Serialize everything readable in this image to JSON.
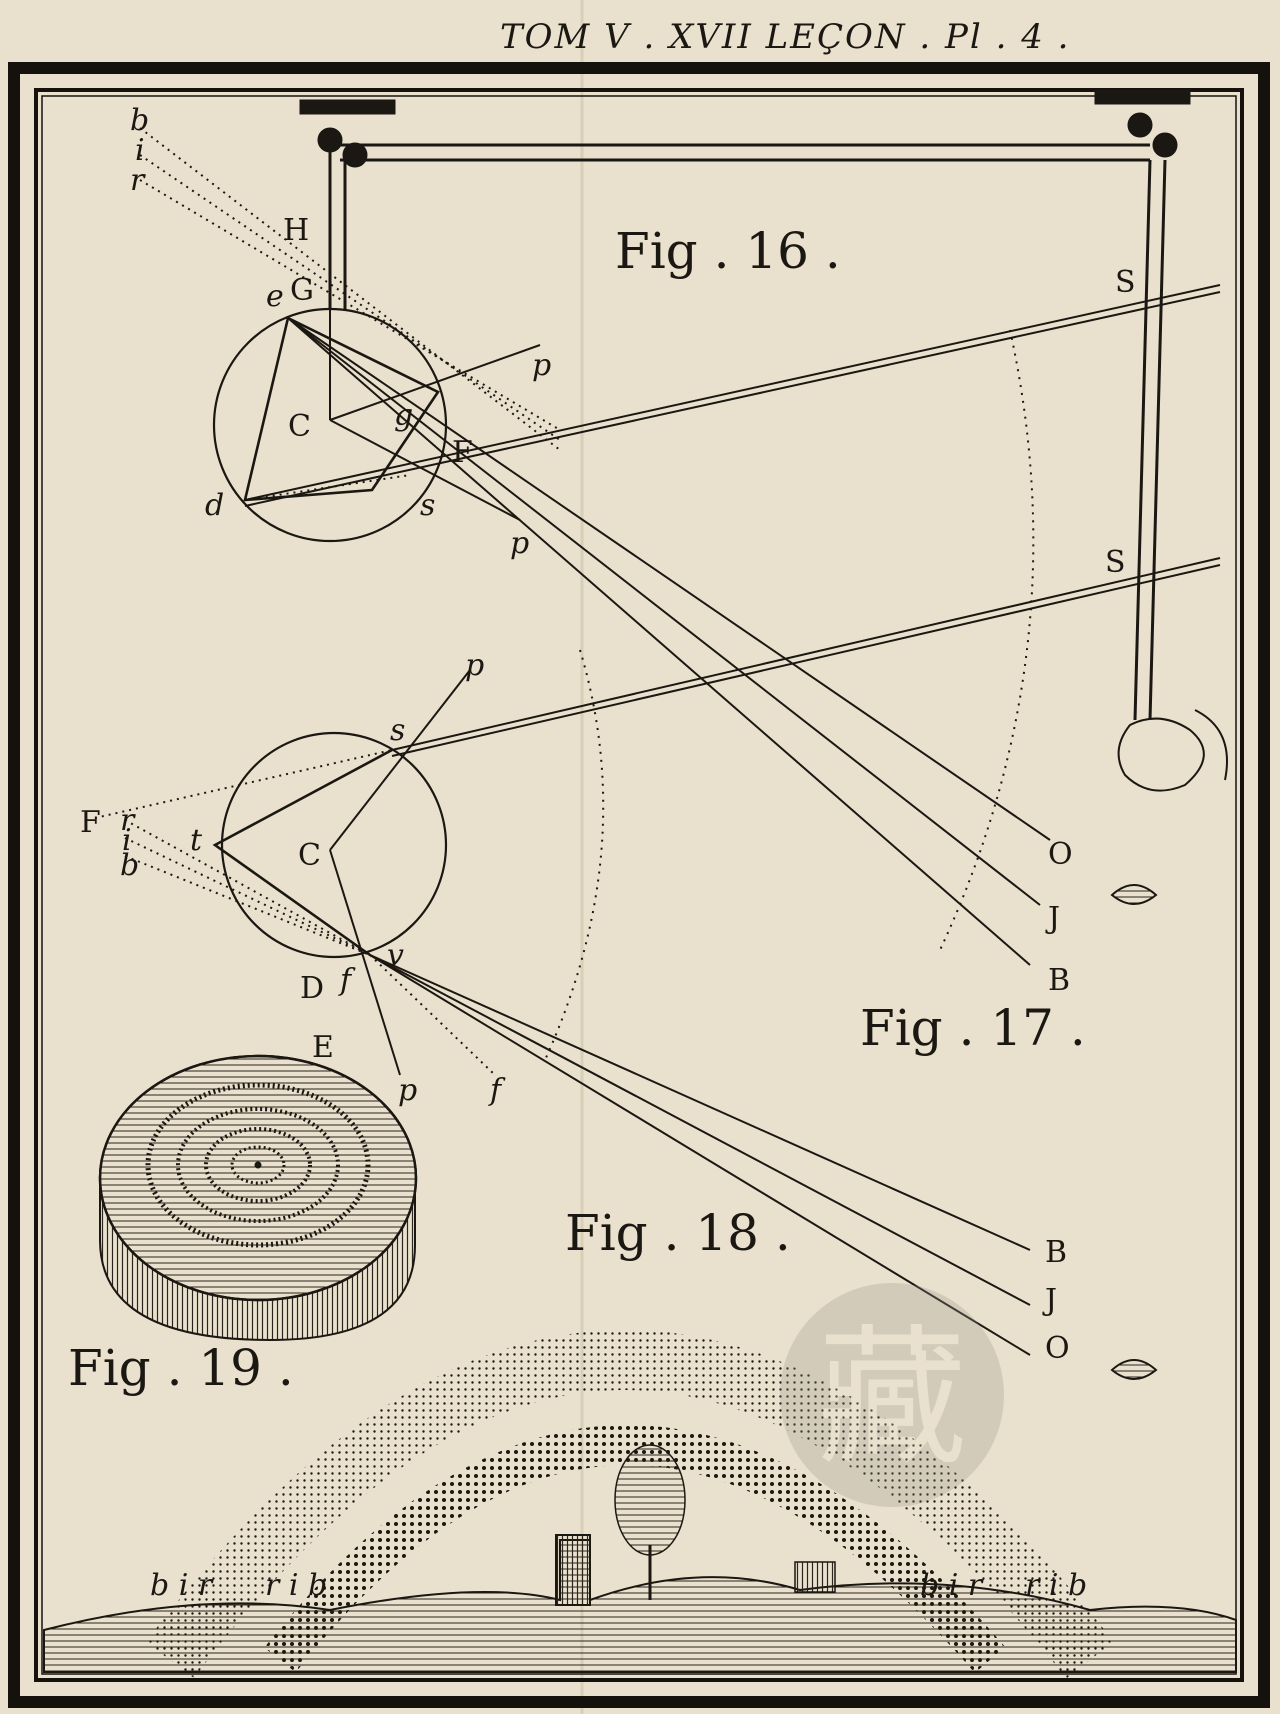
{
  "header": {
    "title": "TOM V . XVII LEÇON . Pl . 4 ."
  },
  "figures": {
    "fig16": "Fig . 16 .",
    "fig17": "Fig . 17 .",
    "fig18": "Fig . 18 .",
    "fig19": "Fig . 19 ."
  },
  "fig16_labels": {
    "b": "b",
    "i": "i",
    "r": "r",
    "H": "H",
    "e": "e",
    "G": "G",
    "C": "C",
    "p_top": "p",
    "g": "g",
    "F": "F",
    "d": "d",
    "s": "s",
    "p_bottom": "p",
    "S": "S"
  },
  "fig17_labels": {
    "p_top": "p",
    "s": "s",
    "F": "F",
    "r": "r",
    "i": "i",
    "b": "b",
    "t": "t",
    "C": "C",
    "D": "D",
    "f": "f",
    "v": "v",
    "E": "E",
    "p_bottom": "p",
    "f_bottom": "f",
    "S": "S",
    "O": "O",
    "J": "J",
    "B": "B"
  },
  "fig18_labels": {
    "B": "B",
    "J": "J",
    "O": "O",
    "bir_left": "b i r",
    "rib_left": "r i b",
    "bir_right": "b i r",
    "rib_right": "r i b"
  },
  "colors": {
    "paper": "#e9e1cd",
    "ink": "#1b1712",
    "frame": "#15120e"
  },
  "watermark": {
    "glyph": "藏"
  }
}
